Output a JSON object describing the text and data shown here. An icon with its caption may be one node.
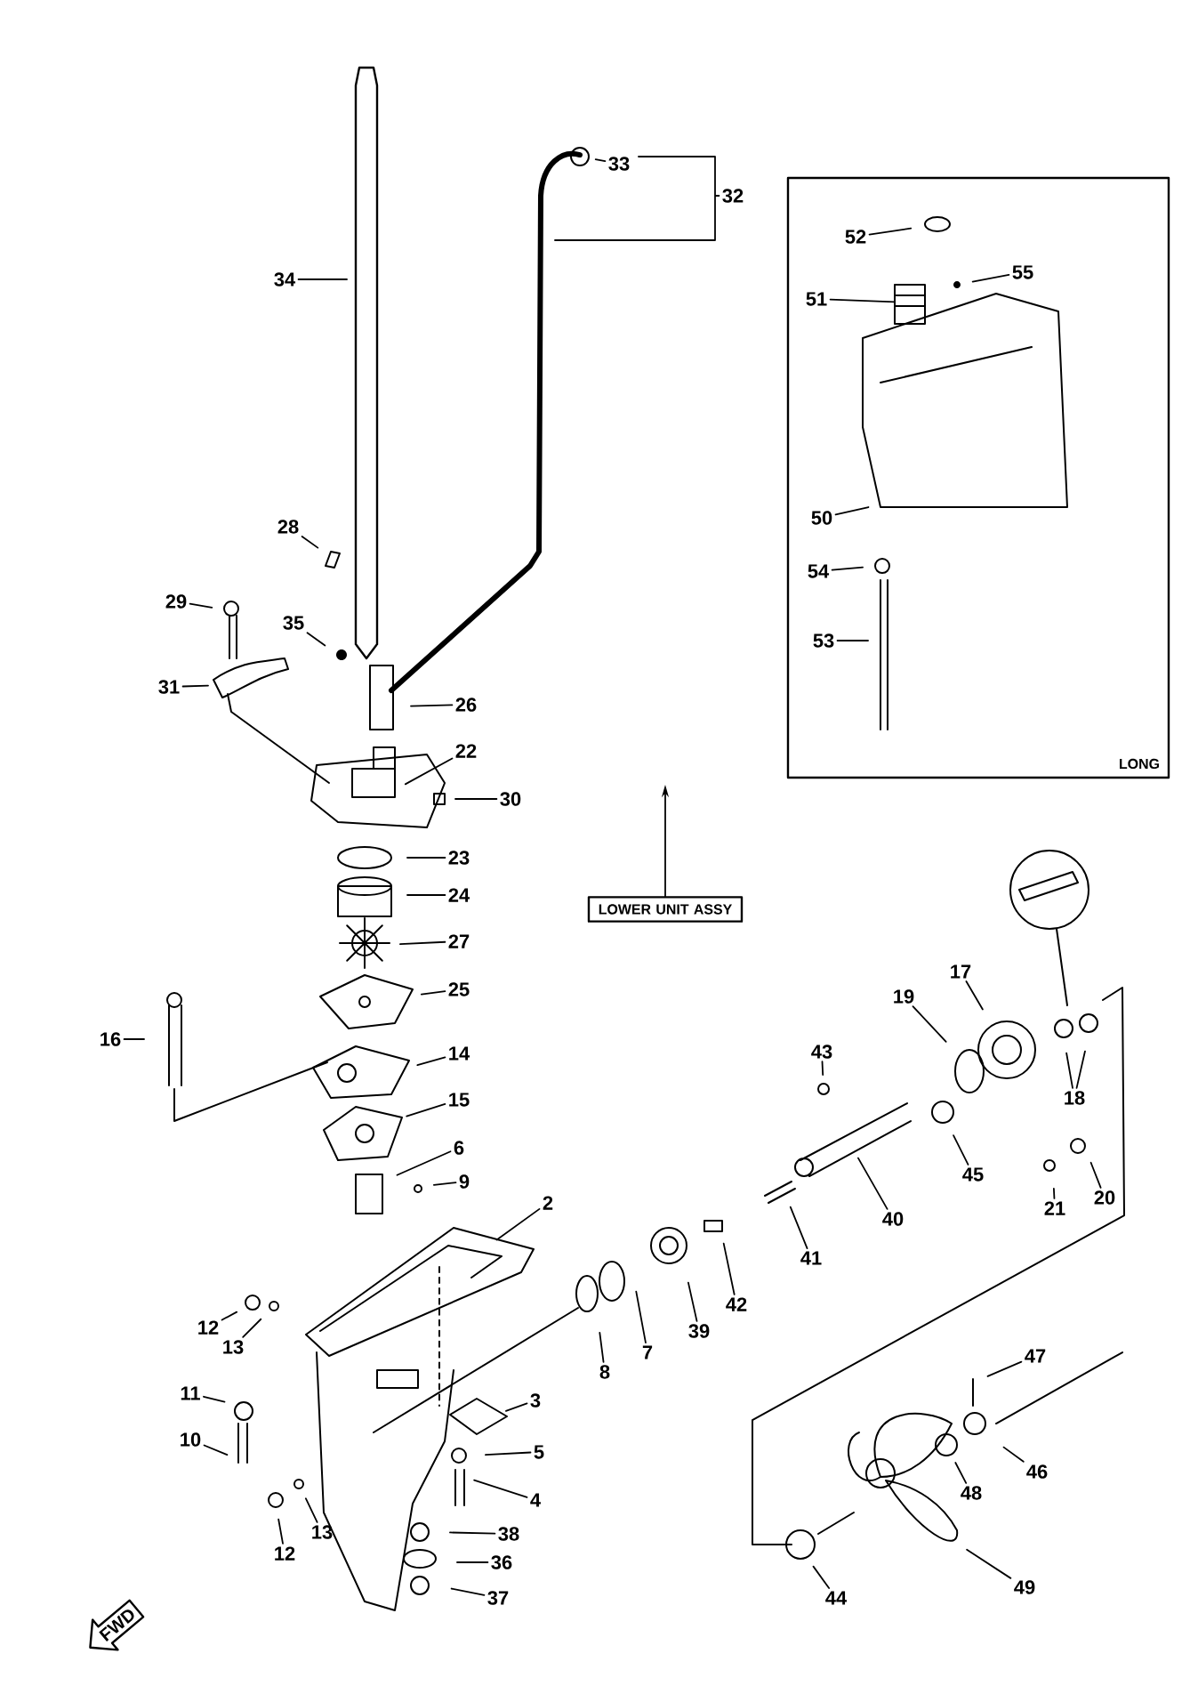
{
  "diagram": {
    "nodes": [
      {
        "text": [
          "33"
        ]
      },
      {
        "text": [
          "32"
        ]
      },
      {
        "text": [
          "LONG"
        ]
      },
      {
        "text": [
          "52"
        ],
        "in": 2
      },
      {
        "text": [
          "55"
        ],
        "in": 2
      },
      {
        "text": [
          "51"
        ],
        "in": 2
      },
      {
        "text": [
          "34"
        ]
      },
      {
        "text": [
          "50"
        ],
        "in": 2
      },
      {
        "text": [
          "28"
        ]
      },
      {
        "text": [
          "54"
        ],
        "in": 2
      },
      {
        "text": [
          "29"
        ]
      },
      {
        "text": [
          "35"
        ]
      },
      {
        "text": [
          "53"
        ],
        "in": 2
      },
      {
        "text": [
          "31"
        ]
      },
      {
        "text": [
          "26"
        ]
      },
      {
        "text": [
          "22"
        ]
      },
      {
        "text": [
          "30"
        ]
      },
      {
        "text": [
          "23"
        ]
      },
      {
        "text": [
          "24"
        ]
      },
      {
        "text": [
          "LOWER UNIT ASSY"
        ]
      },
      {
        "text": [
          "27"
        ]
      },
      {
        "text": [
          "25"
        ]
      },
      {
        "text": [
          "17"
        ]
      },
      {
        "text": [
          "16"
        ]
      },
      {
        "text": [
          "19"
        ]
      },
      {
        "text": [
          "14"
        ]
      },
      {
        "text": [
          "43"
        ]
      },
      {
        "text": [
          "18"
        ]
      },
      {
        "text": [
          "15"
        ]
      },
      {
        "text": [
          "45"
        ]
      },
      {
        "text": [
          "6"
        ]
      },
      {
        "text": [
          "9"
        ]
      },
      {
        "text": [
          "21"
        ]
      },
      {
        "text": [
          "20"
        ]
      },
      {
        "text": [
          "2"
        ]
      },
      {
        "text": [
          "40"
        ]
      },
      {
        "text": [
          "41"
        ]
      },
      {
        "text": [
          "42"
        ]
      },
      {
        "text": [
          "39"
        ]
      },
      {
        "text": [
          "12"
        ]
      },
      {
        "text": [
          "13"
        ]
      },
      {
        "text": [
          "7"
        ]
      },
      {
        "text": [
          "8"
        ]
      },
      {
        "text": [
          "47"
        ]
      },
      {
        "text": [
          "11"
        ]
      },
      {
        "text": [
          "3"
        ]
      },
      {
        "text": [
          "10"
        ]
      },
      {
        "text": [
          "5"
        ]
      },
      {
        "text": [
          "46"
        ]
      },
      {
        "text": [
          "48"
        ]
      },
      {
        "text": [
          "4"
        ]
      },
      {
        "text": [
          "38"
        ]
      },
      {
        "text": [
          "13"
        ]
      },
      {
        "text": [
          "12"
        ]
      },
      {
        "text": [
          "36"
        ]
      },
      {
        "text": [
          "44"
        ]
      },
      {
        "text": [
          "49"
        ]
      },
      {
        "text": [
          "37"
        ]
      },
      {
        "text": [
          "FWD"
        ]
      }
    ],
    "edges": [
      {
        "from": 0,
        "to": null,
        "arrow": "none"
      },
      {
        "from": 1,
        "to": null,
        "arrow": "none"
      },
      {
        "from": 3,
        "to": null,
        "arrow": "none"
      },
      {
        "from": 4,
        "to": null,
        "arrow": "none"
      },
      {
        "from": 5,
        "to": null,
        "arrow": "none"
      },
      {
        "from": 6,
        "to": null,
        "arrow": "none"
      },
      {
        "from": 7,
        "to": null,
        "arrow": "none"
      },
      {
        "from": 8,
        "to": null,
        "arrow": "none"
      },
      {
        "from": 9,
        "to": null,
        "arrow": "none"
      },
      {
        "from": 10,
        "to": null,
        "arrow": "none"
      },
      {
        "from": 11,
        "to": null,
        "arrow": "none"
      },
      {
        "from": 12,
        "to": null,
        "arrow": "none"
      },
      {
        "from": 13,
        "to": null,
        "arrow": "none"
      },
      {
        "from": 14,
        "to": null,
        "arrow": "none"
      },
      {
        "from": 15,
        "to": null,
        "arrow": "none"
      },
      {
        "from": 16,
        "to": null,
        "arrow": "none"
      },
      {
        "from": 17,
        "to": null,
        "arrow": "none"
      },
      {
        "from": 18,
        "to": null,
        "arrow": "none"
      },
      {
        "from": 19,
        "to": null,
        "arrow": "to"
      },
      {
        "from": 20,
        "to": null,
        "arrow": "none"
      },
      {
        "from": 21,
        "to": null,
        "arrow": "none"
      },
      {
        "from": 22,
        "to": null,
        "arrow": "none"
      },
      {
        "from": 23,
        "to": null,
        "arrow": "none"
      },
      {
        "from": 24,
        "to": null,
        "arrow": "none"
      },
      {
        "from": 25,
        "to": null,
        "arrow": "none"
      },
      {
        "from": 26,
        "to": null,
        "arrow": "none"
      },
      {
        "from": 27,
        "to": null,
        "arrow": "none"
      },
      {
        "from": 27,
        "to": null,
        "arrow": "none"
      },
      {
        "from": 28,
        "to": null,
        "arrow": "none"
      },
      {
        "from": 29,
        "to": null,
        "arrow": "none"
      },
      {
        "from": 30,
        "to": null,
        "arrow": "none"
      },
      {
        "from": 31,
        "to": null,
        "arrow": "none"
      },
      {
        "from": 32,
        "to": null,
        "arrow": "none"
      },
      {
        "from": 33,
        "to": null,
        "arrow": "none"
      },
      {
        "from": 34,
        "to": null,
        "arrow": "none"
      },
      {
        "from": 35,
        "to": null,
        "arrow": "none"
      },
      {
        "from": 36,
        "to": null,
        "arrow": "none"
      },
      {
        "from": 37,
        "to": null,
        "arrow": "none"
      },
      {
        "from": 38,
        "to": null,
        "arrow": "none"
      },
      {
        "from": 39,
        "to": null,
        "arrow": "none"
      },
      {
        "from": 40,
        "to": null,
        "arrow": "none"
      },
      {
        "from": 41,
        "to": null,
        "arrow": "none"
      },
      {
        "from": 42,
        "to": null,
        "arrow": "none"
      },
      {
        "from": 43,
        "to": null,
        "arrow": "none"
      },
      {
        "from": 44,
        "to": null,
        "arrow": "none"
      },
      {
        "from": 45,
        "to": null,
        "arrow": "none"
      },
      {
        "from": 46,
        "to": null,
        "arrow": "none"
      },
      {
        "from": 47,
        "to": null,
        "arrow": "none"
      },
      {
        "from": 48,
        "to": null,
        "arrow": "none"
      },
      {
        "from": 49,
        "to": null,
        "arrow": "none"
      },
      {
        "from": 50,
        "to": null,
        "arrow": "none"
      },
      {
        "from": 51,
        "to": null,
        "arrow": "none"
      },
      {
        "from": 52,
        "to": null,
        "arrow": "none"
      },
      {
        "from": 53,
        "to": null,
        "arrow": "none"
      },
      {
        "from": 54,
        "to": null,
        "arrow": "none"
      },
      {
        "from": 55,
        "to": null,
        "arrow": "none"
      },
      {
        "from": 56,
        "to": null,
        "arrow": "none"
      },
      {
        "from": 57,
        "to": null,
        "arrow": "none"
      }
    ]
  }
}
